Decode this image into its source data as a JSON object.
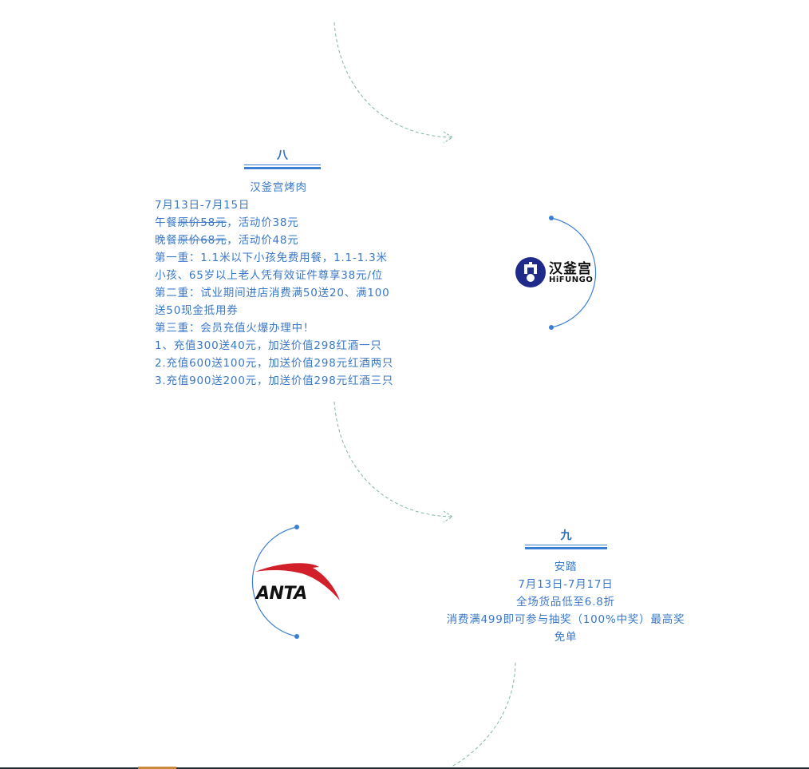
{
  "colors": {
    "text_blue": "#3a78c9",
    "rule_blue": "#3b7fd4",
    "arc_blue": "#3b7fd4",
    "dashed_arrow": "#7fb3a8",
    "anta_red": "#d1202a",
    "hifungo_navy": "#1f2a8a"
  },
  "section_8": {
    "number": "八",
    "store_name": "汉釜宫烤肉",
    "dates": "7月13日-7月15日",
    "lunch": {
      "label": "午餐",
      "original_price": "原价58元",
      "promo": "，活动价38元"
    },
    "dinner": {
      "label": "晚餐",
      "original_price": "原价68元",
      "promo": "，活动价48元"
    },
    "lines": [
      "第一重：1.1米以下小孩免费用餐，1.1-1.3米",
      "小孩、65岁以上老人凭有效证件尊享38元/位",
      "第二重：试业期间进店消费满50送20、满100",
      "送50现金抵用券",
      "第三重：会员充值火爆办理中！",
      "1、充值300送40元，加送价值298红酒一只",
      "2.充值600送100元，加送价值298元红酒两只",
      "3.充值900送200元，加送价值298元红酒三只"
    ],
    "logo": {
      "icon": "hifungo-logo",
      "cn_text": "汉釜宫",
      "en_text": "HiFUNGO"
    }
  },
  "section_9": {
    "number": "九",
    "store_name": "安踏",
    "lines": [
      "7月13日-7月17日",
      "全场货品低至6.8折",
      "消费满499即可参与抽奖（100%中奖）最高奖",
      "免单"
    ],
    "logo": {
      "icon": "anta-logo",
      "text": "ANTA"
    }
  }
}
